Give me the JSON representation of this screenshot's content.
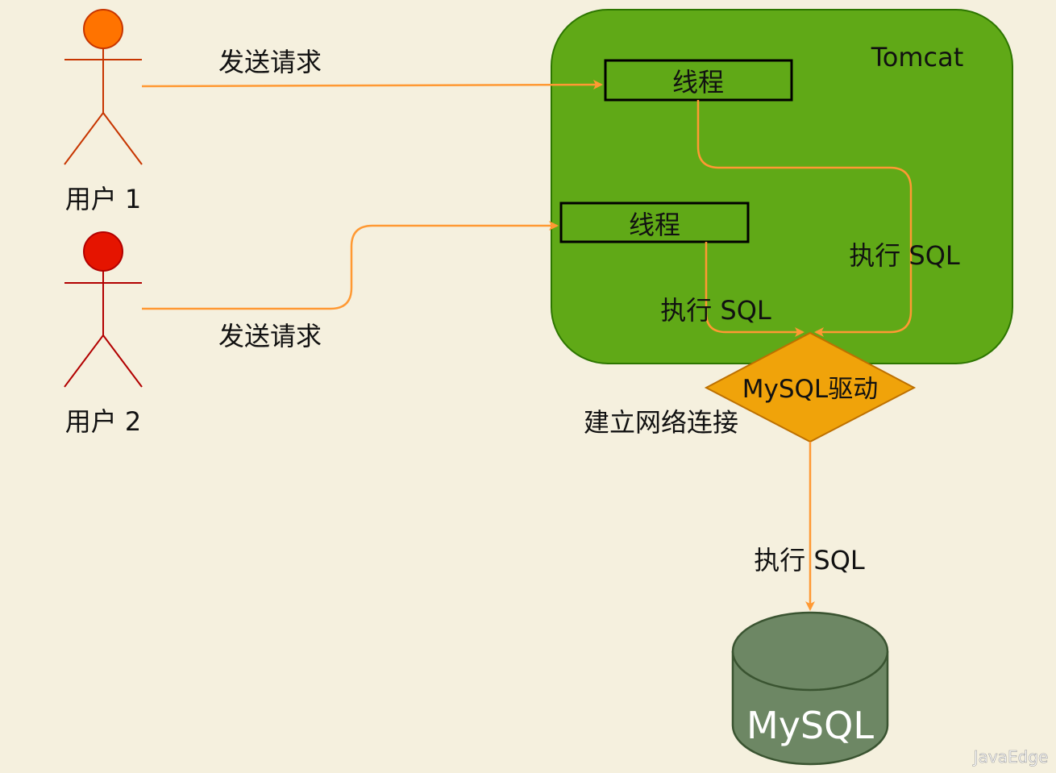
{
  "actors": [
    {
      "id": "user1",
      "label": "用户 1",
      "color": "#ff7300",
      "stroke": "#c73500"
    },
    {
      "id": "user2",
      "label": "用户 2",
      "color": "#e51400",
      "stroke": "#b20000"
    }
  ],
  "tomcat": {
    "label": "Tomcat",
    "fill": "#60a917",
    "stroke": "#2d7600"
  },
  "threads": [
    {
      "id": "thread1",
      "label": "线程"
    },
    {
      "id": "thread2",
      "label": "线程"
    }
  ],
  "driver": {
    "label": "MySQL驱动",
    "fill": "#f0a30a",
    "stroke": "#bd7000"
  },
  "database": {
    "label": "MySQL",
    "fill": "#6d8764",
    "stroke": "#3a5431"
  },
  "edges": {
    "send_request_1": "发送请求",
    "send_request_2": "发送请求",
    "exec_sql_thread1": "执行 SQL",
    "exec_sql_thread2": "执行 SQL",
    "connect": "建立网络连接",
    "exec_sql_db": "执行 SQL"
  },
  "edge_color": "#ff9933",
  "watermark": "JavaEdge"
}
